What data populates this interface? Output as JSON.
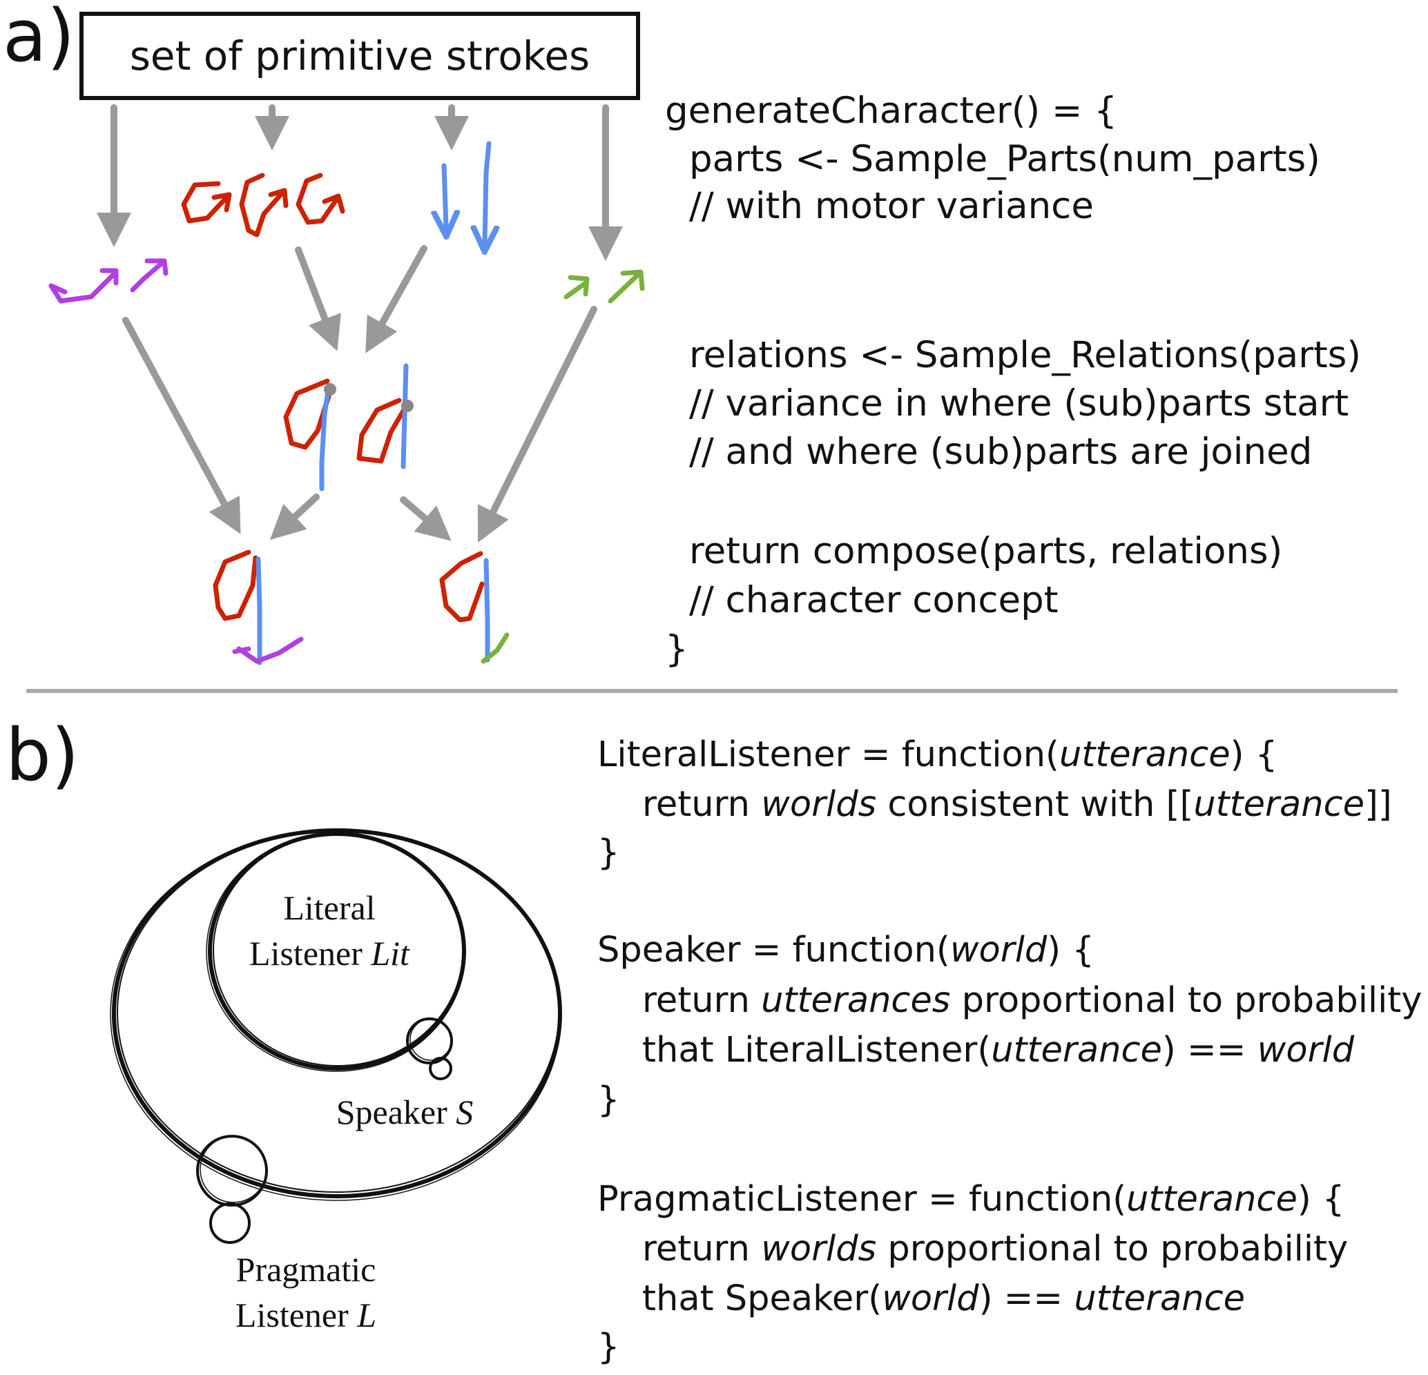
{
  "panel_a": {
    "label": "a)",
    "box_label": "set of primitive strokes",
    "code": [
      "generateCharacter() = {",
      "parts <- Sample_Parts(num_parts)",
      "// with motor variance",
      "relations <- Sample_Relations(parts)",
      "// variance in where (sub)parts start",
      "// and where (sub)parts are joined",
      "return compose(parts, relations)",
      "// character concept",
      "}"
    ],
    "colors": {
      "arrow": "#999999",
      "red_stroke": "#cc2200",
      "blue_stroke": "#5b8ff0",
      "purple_stroke": "#b040e0",
      "green_stroke": "#7ab040",
      "joint": "#888888"
    }
  },
  "panel_b": {
    "label": "b)",
    "venn": {
      "literal": [
        "Literal",
        "Listener",
        "Lit"
      ],
      "speaker": [
        "Speaker",
        "S"
      ],
      "pragmatic": [
        "Pragmatic",
        "Listener",
        "L"
      ]
    },
    "code": {
      "literal_head": [
        "LiteralListener = function(",
        "utterance",
        ") {"
      ],
      "literal_body": [
        "return ",
        "worlds",
        " consistent with [[",
        "utterance",
        "]]"
      ],
      "literal_close": "}",
      "speaker_head": [
        "Speaker = function(",
        "world",
        ") {"
      ],
      "speaker_body1": [
        "return ",
        "utterances",
        " proportional to probability"
      ],
      "speaker_body2": [
        "that LiteralListener(",
        "utterance",
        ") == ",
        "world"
      ],
      "speaker_close": "}",
      "pragmatic_head": [
        "PragmaticListener = function(",
        "utterance",
        ") {"
      ],
      "pragmatic_body1": [
        "return ",
        "worlds",
        " proportional to probability"
      ],
      "pragmatic_body2": [
        "that Speaker(",
        "world",
        ") == ",
        "utterance"
      ],
      "pragmatic_close": "}"
    }
  },
  "divider_color": "#aaaaaa"
}
